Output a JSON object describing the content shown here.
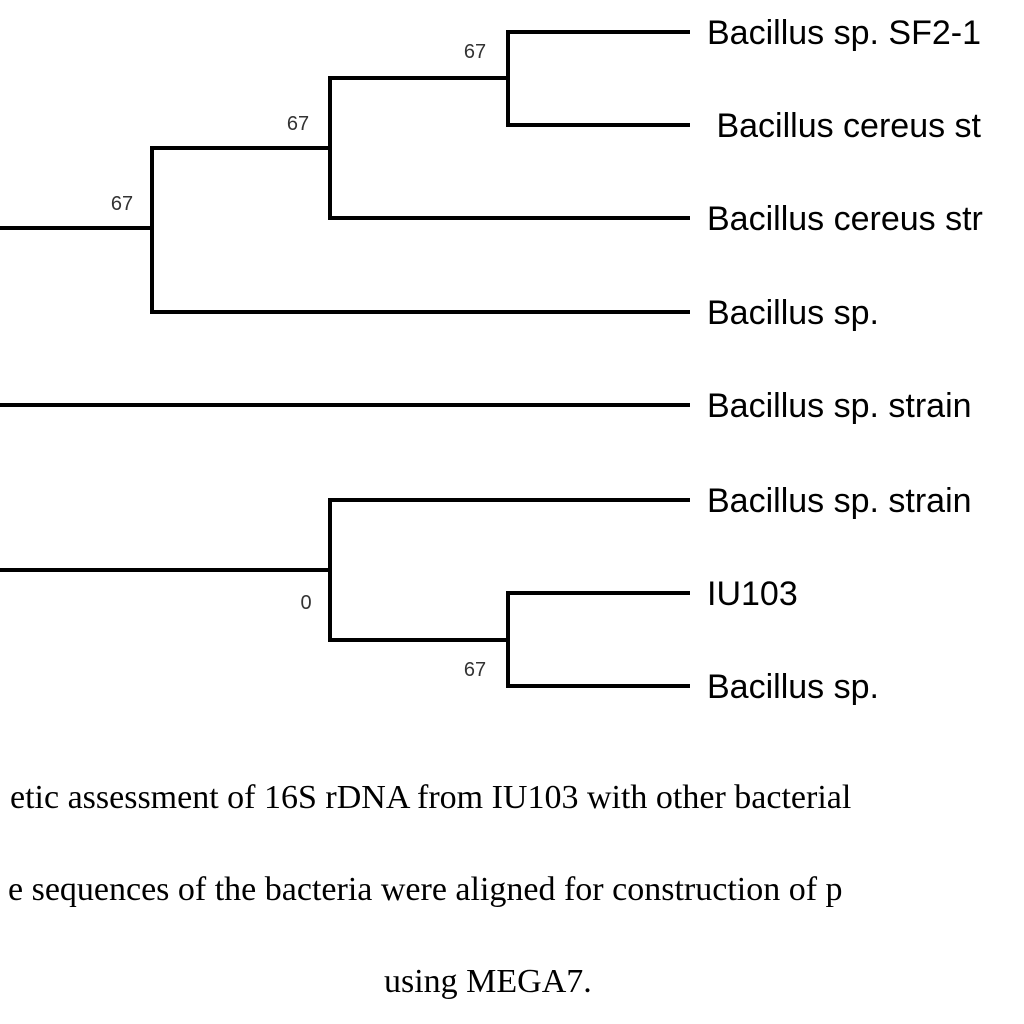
{
  "tree": {
    "taxa": [
      "Bacillus sp. SF2-1",
      " Bacillus cereus st",
      "Bacillus cereus str",
      "Bacillus sp.",
      "Bacillus sp. strain",
      "Bacillus sp. strain",
      "IU103",
      "Bacillus sp."
    ],
    "bootstrap_values": [
      "67",
      "67",
      "67",
      "0",
      "67"
    ]
  },
  "caption": {
    "line1": "etic assessment of 16S rDNA from IU103 with other bacterial",
    "line2": "e sequences of the bacteria were aligned for construction of p",
    "line3": "using MEGA7."
  },
  "colors": {
    "branch": "#000000",
    "text": "#000000",
    "bootstrap_text": "#333333",
    "background": "#ffffff"
  }
}
